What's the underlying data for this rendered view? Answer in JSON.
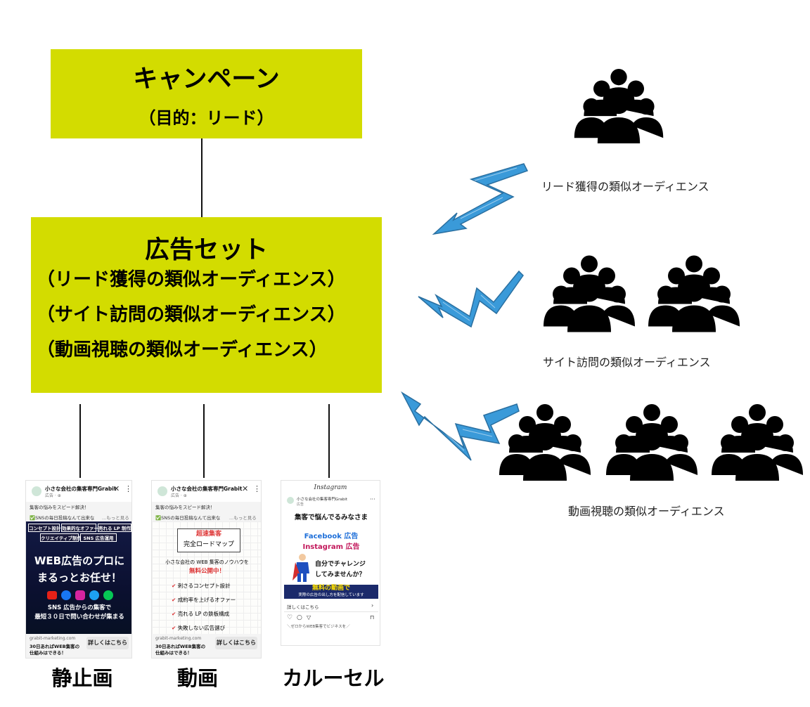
{
  "campaign": {
    "title": "キャンペーン",
    "subtitle": "（目的：リード）"
  },
  "adset": {
    "title": "広告セット",
    "lines": [
      "（リード獲得の類似オーディエンス）",
      "（サイト訪問の類似オーディエンス）",
      "（動画視聴の類似オーディエンス）"
    ]
  },
  "audiences": [
    {
      "label": "リード獲得の類似オーディエンス",
      "groups": 1
    },
    {
      "label": "サイト訪問の類似オーディエンス",
      "groups": 2
    },
    {
      "label": "動画視聴の類似オーディエンス",
      "groups": 3
    }
  ],
  "creatives": [
    {
      "label": "静止画",
      "account": "小さな会社の集客専門Grabit",
      "sponsored": "広告 · ⊕",
      "headline": "集客の悩みをスピード解決！",
      "text": "✅SNSの毎日投稿なんて出来な",
      "more": "...もっと見る",
      "tags": [
        "コンセプト設計",
        "効果的なオファー",
        "売れる LP 制作",
        "クリエイティブ制作",
        "SNS 広告運用"
      ],
      "banner_main": [
        "WEB広告のプロに",
        "まるっとお任せ！"
      ],
      "banner_sub": [
        "SNS 広告からの集客で",
        "最短３０日で問い合わせが集まる"
      ],
      "domain": "grabit-marketing.com",
      "caption": [
        "30日あればWEB集客の",
        "仕組みはできる！"
      ],
      "cta": "詳しくはこちら"
    },
    {
      "label": "動画",
      "account": "小さな会社の集客専門Grabit",
      "sponsored": "広告 · ⊕",
      "headline": "集客の悩みをスピード解決！",
      "text": "✅SNSの毎日投稿なんて出来な",
      "more": "...もっと見る",
      "roadmap_title": [
        "超速集客",
        "完全ロードマップ"
      ],
      "roadmap_intro": [
        "小さな会社の WEB 集客のノウハウを",
        "無料公開中！"
      ],
      "checklist": [
        "刺さるコンセプト設計",
        "成約率を上げるオファー",
        "売れる LP の鉄板構成",
        "失敗しない広告選び"
      ],
      "domain": "grabit-marketing.com",
      "caption": [
        "30日あればWEB集客の",
        "仕組みはできる！"
      ],
      "cta": "詳しくはこちら"
    },
    {
      "label": "カルーセル",
      "app": "Instagram",
      "account": "小さな会社の集客専門Grabit",
      "sponsored": "広告",
      "heading": "集客で悩んでるみなさま",
      "line1": "Facebook 広告",
      "line2": "Instagram 広告",
      "challenge": [
        "自分でチャレンジ",
        "してみませんか？"
      ],
      "banner": "無料の動画で",
      "banner_sub": "実際の広告の出し方を配信しています",
      "cta": "詳しくはこちら",
      "caption": "＼ゼロからWEB集客でビジネスを／"
    }
  ],
  "colors": {
    "box": "#d3dc00",
    "arrow": "#3a9ad9",
    "person": "#000000"
  }
}
